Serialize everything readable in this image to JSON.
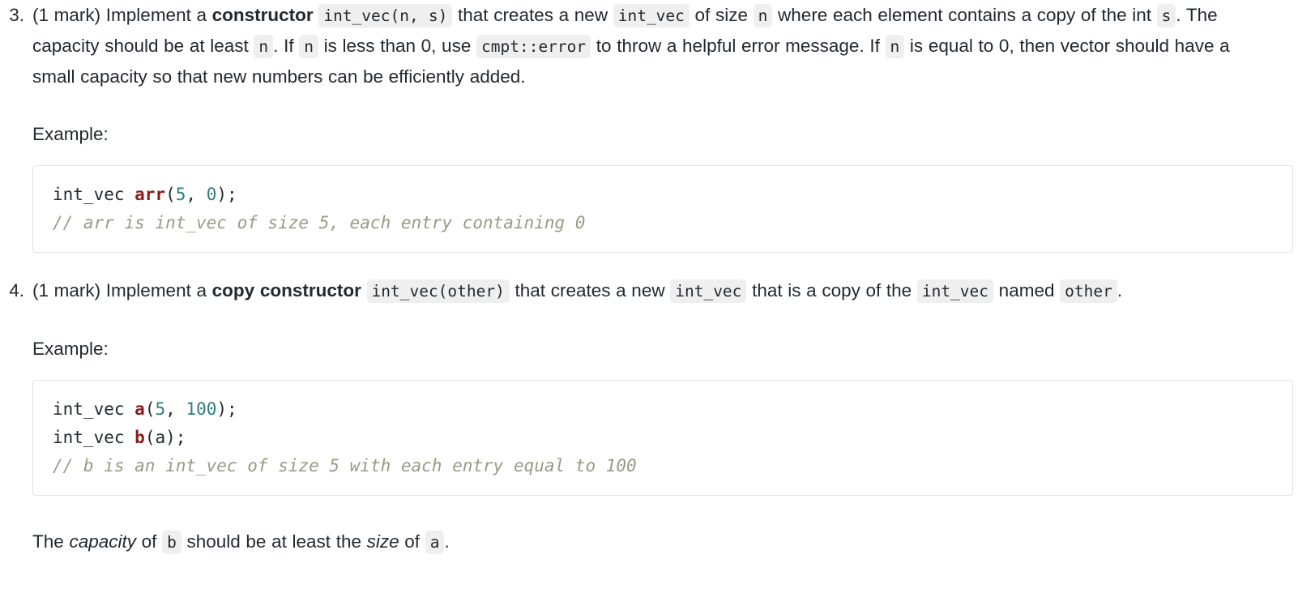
{
  "document": {
    "type": "assignment-questions",
    "items": [
      {
        "number": "3.",
        "marks_prefix": "(1 mark) Implement a ",
        "bold_term": "constructor",
        "signature_code": "int_vec(n, s)",
        "text_a": " that creates a new ",
        "code_a": "int_vec",
        "text_b": " of size ",
        "code_b": "n",
        "text_c": " where each element contains a copy of the int ",
        "code_c": "s",
        "text_d": ". The capacity should be at least ",
        "code_d": "n",
        "text_e": ". If ",
        "code_e": "n",
        "text_f": " is less than 0, use ",
        "code_f": "cmpt::error",
        "text_g": " to throw a helpful error message. If ",
        "code_g": "n",
        "text_h": " is equal to 0, then vector should have a small capacity so that new numbers can be efficiently added.",
        "example_label": "Example:",
        "code_block": {
          "lines": [
            [
              {
                "t": "plain",
                "v": "int_vec "
              },
              {
                "t": "fn",
                "v": "arr"
              },
              {
                "t": "plain",
                "v": "("
              },
              {
                "t": "num",
                "v": "5"
              },
              {
                "t": "plain",
                "v": ", "
              },
              {
                "t": "num",
                "v": "0"
              },
              {
                "t": "plain",
                "v": ");"
              }
            ],
            [
              {
                "t": "comment",
                "v": "// arr is int_vec of size 5, each entry containing 0"
              }
            ]
          ]
        }
      },
      {
        "number": "4.",
        "marks_prefix": "(1 mark) Implement a ",
        "bold_term": "copy constructor",
        "signature_code": "int_vec(other)",
        "text_a": " that creates a new ",
        "code_a": "int_vec",
        "text_b": " that is a copy of the ",
        "code_b": "int_vec",
        "text_c": " named ",
        "code_c": "other",
        "text_d": ".",
        "example_label": "Example:",
        "code_block": {
          "lines": [
            [
              {
                "t": "plain",
                "v": "int_vec "
              },
              {
                "t": "fn",
                "v": "a"
              },
              {
                "t": "plain",
                "v": "("
              },
              {
                "t": "num",
                "v": "5"
              },
              {
                "t": "plain",
                "v": ", "
              },
              {
                "t": "num",
                "v": "100"
              },
              {
                "t": "plain",
                "v": ");"
              }
            ],
            [
              {
                "t": "plain",
                "v": "int_vec "
              },
              {
                "t": "fn",
                "v": "b"
              },
              {
                "t": "plain",
                "v": "(a);"
              }
            ],
            [
              {
                "t": "comment",
                "v": "// b is an int_vec of size 5 with each entry equal to 100"
              }
            ]
          ]
        },
        "closing": {
          "text_a": "The ",
          "em_a": "capacity",
          "text_b": " of ",
          "code_a": "b",
          "text_c": " should be at least the ",
          "em_b": "size",
          "text_d": " of ",
          "code_b": "a",
          "text_e": "."
        }
      }
    ]
  },
  "colors": {
    "text": "#24292e",
    "inline_code_bg": "#efefef",
    "code_border": "#e2e2e2",
    "token_function": "#8b1a1a",
    "token_number": "#2d7d7d",
    "token_comment": "#999988",
    "page_bg": "#ffffff"
  }
}
